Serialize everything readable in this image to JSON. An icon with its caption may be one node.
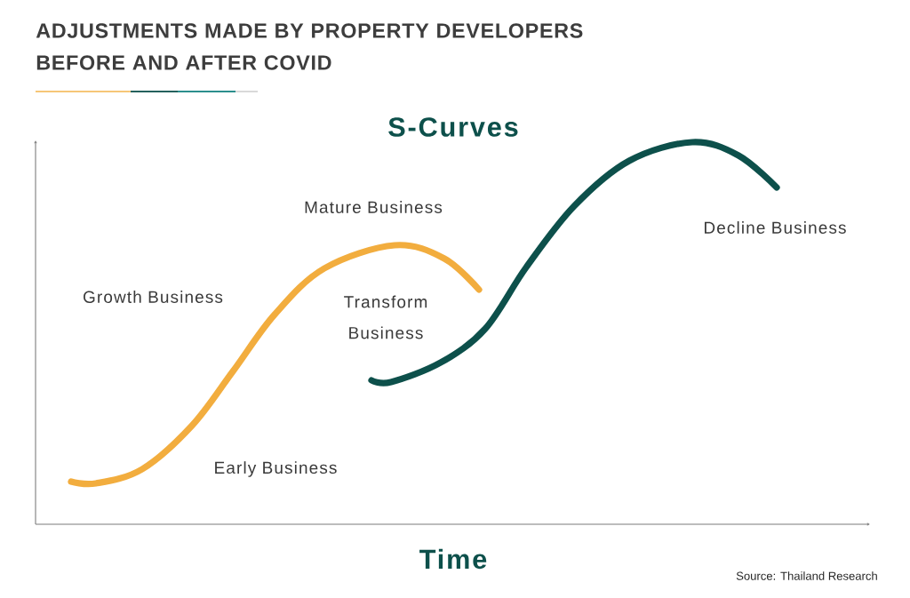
{
  "diagram": {
    "title": "ADJUSTMENTS MADE BY PROPERTY DEVELOPERS BEFORE AND AFTER COVID",
    "labels": [
      "S-Curves",
      "Mature Business",
      "Decline Business",
      "Growth Business",
      "Transform Business",
      "Early Business",
      "Time",
      "Source: Thailand Research"
    ]
  }
}
